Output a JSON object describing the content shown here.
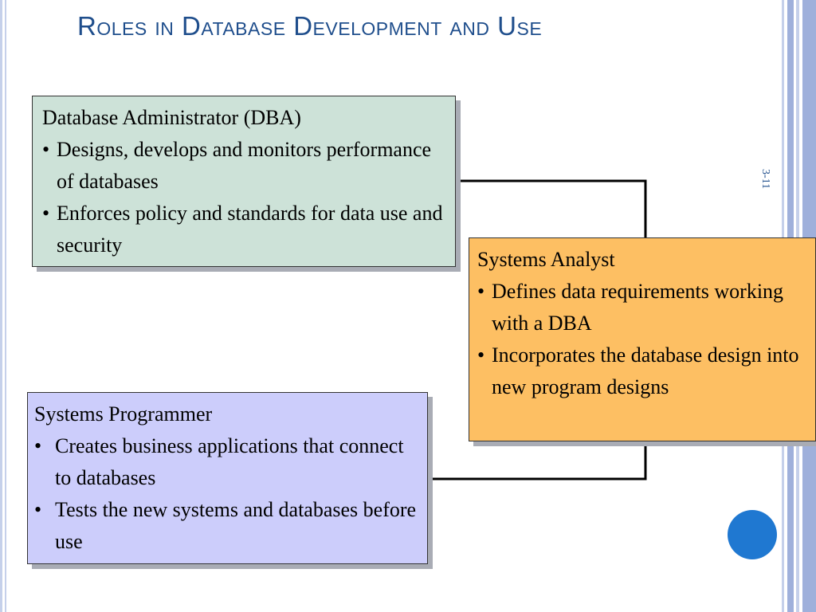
{
  "title": "Roles in Database Development and Use",
  "page_number": "3-11",
  "dba": {
    "heading": "Database Administrator (DBA)",
    "bullets": [
      "Designs, develops and monitors performance of databases",
      "Enforces policy and standards for data use and security"
    ]
  },
  "analyst": {
    "heading": "Systems Analyst",
    "bullets": [
      "Defines data requirements working with a DBA",
      "Incorporates the database design into new program designs"
    ]
  },
  "programmer": {
    "heading": "Systems Programmer",
    "bullets": [
      "Creates business applications that connect to databases",
      "Tests the new systems and databases before use"
    ]
  },
  "colors": {
    "title": "#1f4e8c",
    "dba_fill": "#cde2d8",
    "analyst_fill": "#fdbf63",
    "programmer_fill": "#cccdfb",
    "accent_circle": "#1f78d1"
  }
}
